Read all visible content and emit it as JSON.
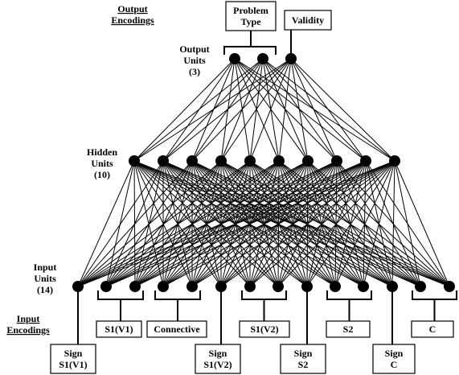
{
  "headings": {
    "output_encodings": [
      "Output",
      "Encodings"
    ],
    "input_encodings": [
      "Input",
      "Encodings"
    ]
  },
  "layers": {
    "output": {
      "lines": [
        "Output",
        "Units",
        "(3)"
      ],
      "count": 3
    },
    "hidden": {
      "lines": [
        "Hidden",
        "Units",
        "(10)"
      ],
      "count": 10
    },
    "input": {
      "lines": [
        "Input",
        "Units",
        "(14)"
      ],
      "count": 14
    }
  },
  "output_boxes": [
    {
      "key": "problem-type",
      "lines": [
        "Problem",
        "Type"
      ]
    },
    {
      "key": "validity",
      "lines": [
        "Validity"
      ]
    }
  ],
  "input_groups": [
    {
      "key": "s1-v1",
      "lines": [
        "S1(V1)"
      ]
    },
    {
      "key": "connective",
      "lines": [
        "Connective"
      ]
    },
    {
      "key": "s1-v2",
      "lines": [
        "S1(V2)"
      ]
    },
    {
      "key": "s2",
      "lines": [
        "S2"
      ]
    },
    {
      "key": "c",
      "lines": [
        "C"
      ]
    }
  ],
  "sign_boxes": [
    {
      "key": "sign-s1-v1",
      "lines": [
        "Sign",
        "S1(V1)"
      ]
    },
    {
      "key": "sign-s1-v2",
      "lines": [
        "Sign",
        "S1(V2)"
      ]
    },
    {
      "key": "sign-s2",
      "lines": [
        "Sign",
        "S2"
      ]
    },
    {
      "key": "sign-c",
      "lines": [
        "Sign",
        "C"
      ]
    }
  ]
}
